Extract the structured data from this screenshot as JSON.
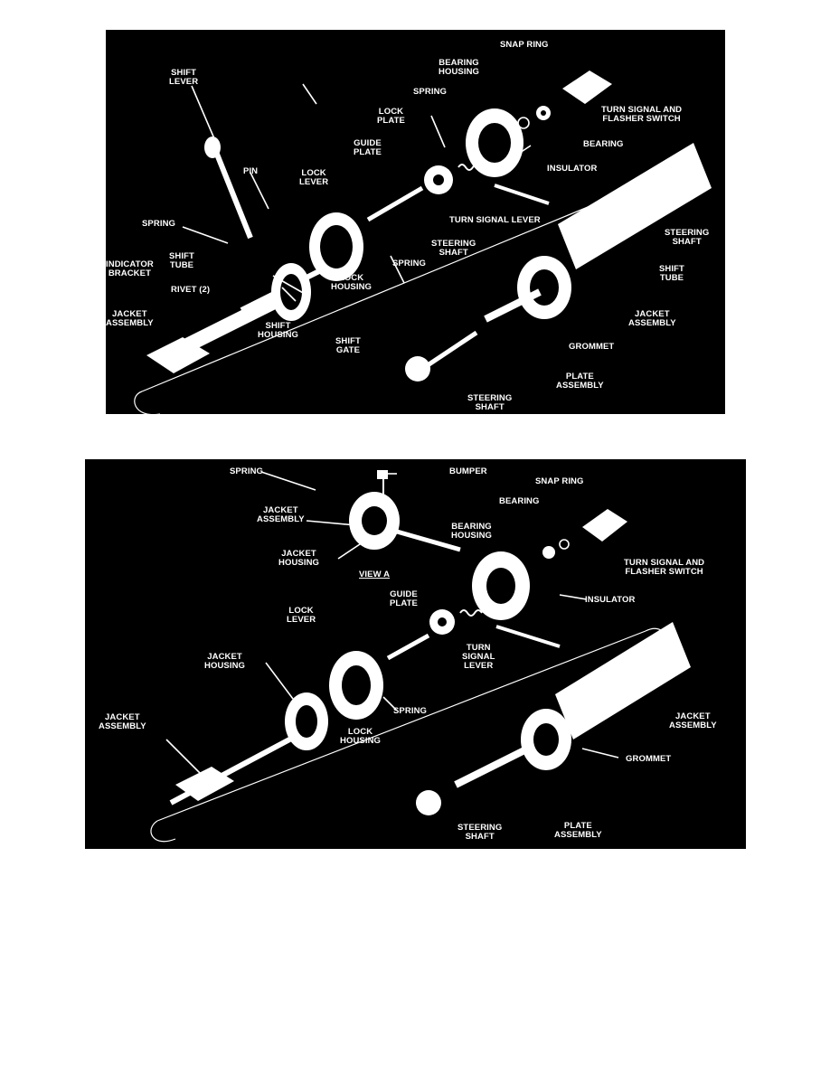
{
  "background_color": "#ffffff",
  "panel_color": "#000000",
  "line_color": "#ffffff",
  "diagram_top": {
    "labels": {
      "shift_lever": "SHIFT\nLEVER",
      "snap_ring": "SNAP RING",
      "bearing_housing": "BEARING\nHOUSING",
      "spring_upper": "SPRING",
      "lock_plate": "LOCK\nPLATE",
      "guide_plate": "GUIDE\nPLATE",
      "pin": "PIN",
      "lock_lever": "LOCK\nLEVER",
      "turn_signal_switch": "TURN SIGNAL AND\nFLASHER SWITCH",
      "bearing": "BEARING",
      "insulator": "INSULATOR",
      "spring_left": "SPRING",
      "turn_signal_lever": "TURN SIGNAL LEVER",
      "steering_shaft_mid": "STEERING\nSHAFT",
      "steering_shaft_right": "STEERING\nSHAFT",
      "indicator_bracket": "INDICATOR\nBRACKET",
      "shift_tube_left": "SHIFT\nTUBE",
      "spring_lock": "SPRING",
      "shift_tube_right": "SHIFT\nTUBE",
      "rivet": "RIVET (2)",
      "lock_housing": "LOCK\nHOUSING",
      "jacket_assembly_left": "JACKET\nASSEMBLY",
      "shift_housing": "SHIFT\nHOUSING",
      "jacket_assembly_right": "JACKET\nASSEMBLY",
      "grommet": "GROMMET",
      "shift_gate": "SHIFT\nGATE",
      "plate_assembly": "PLATE\nASSEMBLY",
      "steering_shaft_bottom": "STEERING\nSHAFT"
    }
  },
  "diagram_bottom": {
    "labels": {
      "spring": "SPRING",
      "bumper": "BUMPER",
      "snap_ring": "SNAP RING",
      "bearing": "BEARING",
      "jacket_assembly_view": "JACKET\nASSEMBLY",
      "bearing_housing": "BEARING\nHOUSING",
      "turn_signal_switch": "TURN SIGNAL AND\nFLASHER SWITCH",
      "jacket_housing_view": "JACKET\nHOUSING",
      "view_a": "VIEW A",
      "insulator": "INSULATOR",
      "guide_plate": "GUIDE\nPLATE",
      "lock_lever": "LOCK\nLEVER",
      "turn_signal_lever": "TURN\nSIGNAL\nLEVER",
      "jacket_housing": "JACKET\nHOUSING",
      "spring_lower": "SPRING",
      "jacket_assembly_right": "JACKET\nASSEMBLY",
      "jacket_assembly_left": "JACKET\nASSEMBLY",
      "lock_housing": "LOCK\nHOUSING",
      "grommet": "GROMMET",
      "steering_shaft": "STEERING\nSHAFT",
      "plate_assembly": "PLATE\nASSEMBLY"
    }
  }
}
